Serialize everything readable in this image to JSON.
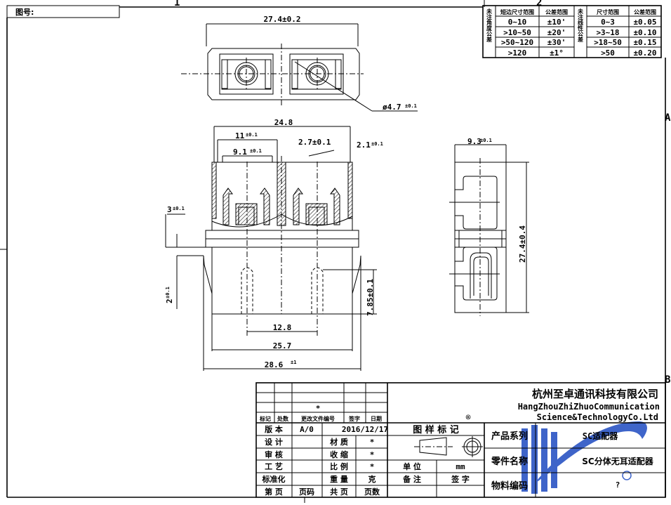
{
  "header": {
    "drawing_no_label": "图号:",
    "zone_1": "1",
    "zone_2": "2",
    "zone_A": "A",
    "zone_B": "B"
  },
  "tolerance_table": {
    "angle_title": "未注角度公差",
    "angle_headers": [
      "短边尺寸范围",
      "公差范围"
    ],
    "angle_rows": [
      [
        "0~10",
        "±10'"
      ],
      [
        ">10~50",
        "±20'"
      ],
      [
        ">50~120",
        "±30'"
      ],
      [
        ">120",
        "±1°"
      ]
    ],
    "linear_title": "未注线性公差",
    "linear_headers": [
      "尺寸范围",
      "公差范围"
    ],
    "linear_rows": [
      [
        "0~3",
        "±0.05"
      ],
      [
        ">3~18",
        "±0.10"
      ],
      [
        ">18~50",
        "±0.15"
      ],
      [
        ">50",
        "±0.20"
      ]
    ]
  },
  "dimensions": {
    "front_width": "27.4±0.2",
    "bore_dia": "ø4.7",
    "bore_dia_tol": "±0.1",
    "overall_24_8": "24.8",
    "d11": "11",
    "d11_tol": "±0.1",
    "d9_1": "9.1",
    "d9_1_tol": "±0.1",
    "d2_7": "2.7±0.1",
    "d2_1": "2.1",
    "d2_1_tol": "±0.1",
    "d3": "3",
    "d3_tol": "±0.1",
    "d2": "2",
    "d2_tol": "±0.1",
    "d7_85": "7.85±0.1",
    "d12_8": "12.8",
    "d25_7": "25.7",
    "d28_6": "28.6",
    "d28_6_tol": "±1",
    "side_width": "9.3",
    "side_width_tol": "±0.1",
    "side_height": "27.4±0.4"
  },
  "title_block": {
    "revision_headers": [
      "标记",
      "处数",
      "更改文件编号",
      "签字",
      "日期"
    ],
    "revision_mark": "*",
    "registered_mark": "®",
    "company_cn": "杭州至卓通讯科技有限公司",
    "company_en_1": "HangZhouZhiZhuoCommunication",
    "company_en_2": "Science&TechnologyCo.Ltd",
    "version_label": "版 本",
    "version": "A/0",
    "date": "2016/12/17",
    "design_label": "设 计",
    "review_label": "审 核",
    "process_label": "工 艺",
    "standard_label": "标准化",
    "page_label": "第 页",
    "page_value": "页码",
    "material_label": "材 质",
    "material": "*",
    "shrink_label": "收 缩",
    "shrink": "*",
    "scale_label": "比 例",
    "scale": "*",
    "weight_label": "重 量",
    "weight_unit": "克",
    "total_label": "共 页",
    "total_value": "页数",
    "symbol_label": "图 样 标 记",
    "unit_label": "单 位",
    "unit": "mm",
    "note_label": "备 注",
    "sign_label": "签 字",
    "series_label": "产品系列",
    "series": "SC适配器",
    "part_name_label": "零件名称",
    "part_name": "SC分体无耳适配器",
    "material_code_label": "物料编码",
    "material_code": "?"
  },
  "colors": {
    "logo_blue": "#2a54c4",
    "line": "#000000"
  }
}
